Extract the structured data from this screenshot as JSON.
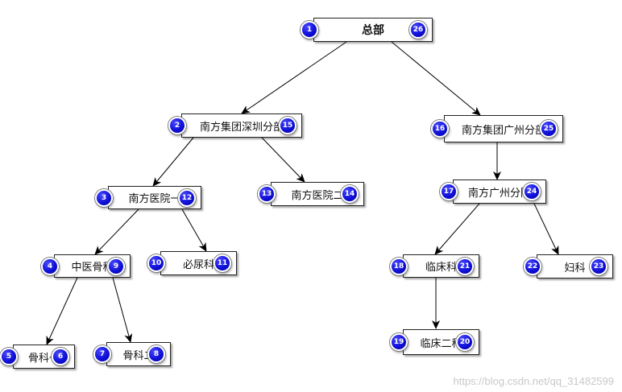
{
  "nodes": [
    {
      "id": "hq",
      "label": "总部",
      "left": "1",
      "right": "26"
    },
    {
      "id": "sz",
      "label": "南方集团深圳分部",
      "left": "2",
      "right": "15"
    },
    {
      "id": "gz",
      "label": "南方集团广州分部",
      "left": "16",
      "right": "25"
    },
    {
      "id": "h1",
      "label": "南方医院一",
      "left": "3",
      "right": "12"
    },
    {
      "id": "h2",
      "label": "南方医院二",
      "left": "13",
      "right": "14"
    },
    {
      "id": "gzy",
      "label": "南方广州分院",
      "left": "17",
      "right": "24"
    },
    {
      "id": "tcm",
      "label": "中医骨科",
      "left": "4",
      "right": "9"
    },
    {
      "id": "uro",
      "label": "必尿科",
      "left": "10",
      "right": "11"
    },
    {
      "id": "clin",
      "label": "临床科",
      "left": "18",
      "right": "21"
    },
    {
      "id": "gyn",
      "label": "妇科",
      "left": "22",
      "right": "23"
    },
    {
      "id": "o1",
      "label": "骨科一",
      "left": "5",
      "right": "6"
    },
    {
      "id": "o2",
      "label": "骨科二",
      "left": "7",
      "right": "8"
    },
    {
      "id": "clin2",
      "label": "临床二科",
      "left": "19",
      "right": "20"
    }
  ],
  "edges": [
    [
      "hq",
      "sz"
    ],
    [
      "hq",
      "gz"
    ],
    [
      "sz",
      "h1"
    ],
    [
      "sz",
      "h2"
    ],
    [
      "gz",
      "gzy"
    ],
    [
      "h1",
      "tcm"
    ],
    [
      "h1",
      "uro"
    ],
    [
      "gzy",
      "clin"
    ],
    [
      "gzy",
      "gyn"
    ],
    [
      "tcm",
      "o1"
    ],
    [
      "tcm",
      "o2"
    ],
    [
      "clin",
      "clin2"
    ]
  ],
  "watermark": "https://blog.csdn.net/qq_31482599",
  "colors": {
    "badge": "#1010d8",
    "border": "#222222",
    "edge": "#000000"
  }
}
